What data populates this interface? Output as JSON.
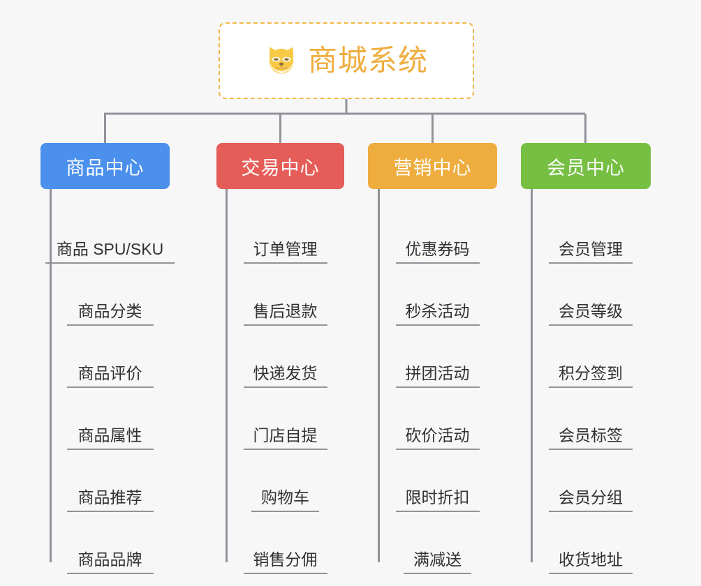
{
  "root": {
    "title": "商城系统",
    "icon": "shiba-dog-face-icon",
    "border_color": "#f2b84b",
    "text_color": "#f0ad3e"
  },
  "canvas": {
    "background_color": "#f7f7f7",
    "connector_color": "#909399"
  },
  "branches": [
    {
      "label": "商品中心",
      "color": "#4a90ec",
      "leaves": [
        {
          "label": "商品 SPU/SKU"
        },
        {
          "label": "商品分类"
        },
        {
          "label": "商品评价"
        },
        {
          "label": "商品属性"
        },
        {
          "label": "商品推荐"
        },
        {
          "label": "商品品牌"
        }
      ]
    },
    {
      "label": "交易中心",
      "color": "#e55d58",
      "leaves": [
        {
          "label": "订单管理"
        },
        {
          "label": "售后退款"
        },
        {
          "label": "快递发货"
        },
        {
          "label": "门店自提"
        },
        {
          "label": "购物车"
        },
        {
          "label": "销售分佣"
        }
      ]
    },
    {
      "label": "营销中心",
      "color": "#eead3e",
      "leaves": [
        {
          "label": "优惠券码"
        },
        {
          "label": "秒杀活动"
        },
        {
          "label": "拼团活动"
        },
        {
          "label": "砍价活动"
        },
        {
          "label": "限时折扣"
        },
        {
          "label": "满减送"
        }
      ]
    },
    {
      "label": "会员中心",
      "color": "#76bf43",
      "leaves": [
        {
          "label": "会员管理"
        },
        {
          "label": "会员等级"
        },
        {
          "label": "积分签到"
        },
        {
          "label": "会员标签"
        },
        {
          "label": "会员分组"
        },
        {
          "label": "收货地址"
        }
      ]
    }
  ]
}
